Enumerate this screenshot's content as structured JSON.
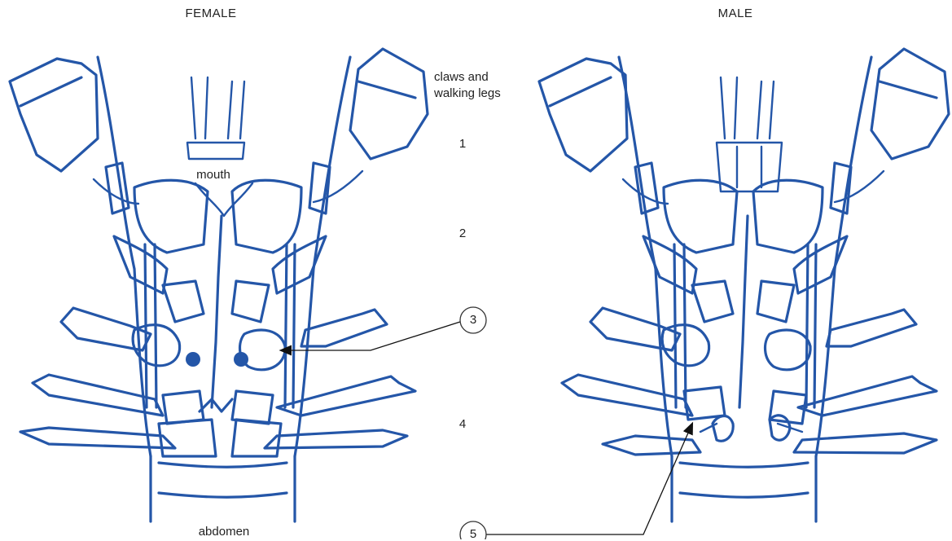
{
  "titles": {
    "female": "FEMALE",
    "male": "MALE"
  },
  "labels": {
    "mouth": "mouth",
    "abdomen": "abdomen",
    "legs_header_line1": "claws and",
    "legs_header_line2": "walking legs"
  },
  "leg_numbers": [
    "1",
    "2",
    "4"
  ],
  "callouts": {
    "genital_pore": "3",
    "gonopods": "5"
  },
  "colors": {
    "ink": "#2456a8",
    "pointer": "#111111"
  }
}
